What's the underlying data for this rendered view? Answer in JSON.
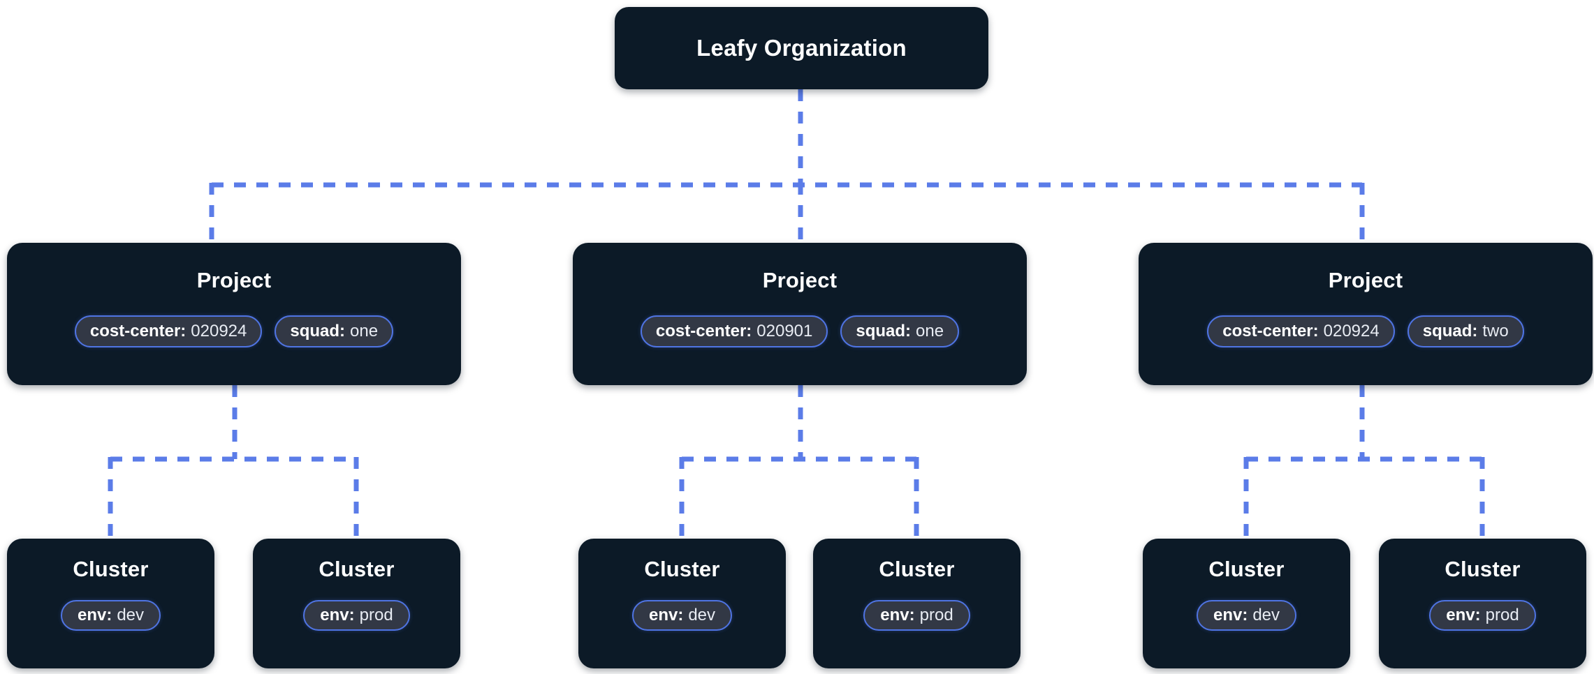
{
  "theme": {
    "background": "#ffffff",
    "node_fill": "#0c1a27",
    "node_text": "#ffffff",
    "tag_fill": "#323845",
    "tag_border": "#4f74e3",
    "edge_color": "#5b7ce8"
  },
  "diagram": {
    "type": "hierarchy-tree",
    "levels": [
      "Organization",
      "Project",
      "Cluster"
    ],
    "root": {
      "title": "Leafy Organization",
      "tags": []
    },
    "projects": [
      {
        "title": "Project",
        "tags": [
          {
            "key": "cost-center:",
            "value": "020924"
          },
          {
            "key": "squad:",
            "value": "one"
          }
        ],
        "clusters": [
          {
            "title": "Cluster",
            "tags": [
              {
                "key": "env:",
                "value": "dev"
              }
            ]
          },
          {
            "title": "Cluster",
            "tags": [
              {
                "key": "env:",
                "value": "prod"
              }
            ]
          }
        ]
      },
      {
        "title": "Project",
        "tags": [
          {
            "key": "cost-center:",
            "value": "020901"
          },
          {
            "key": "squad:",
            "value": "one"
          }
        ],
        "clusters": [
          {
            "title": "Cluster",
            "tags": [
              {
                "key": "env:",
                "value": "dev"
              }
            ]
          },
          {
            "title": "Cluster",
            "tags": [
              {
                "key": "env:",
                "value": "prod"
              }
            ]
          }
        ]
      },
      {
        "title": "Project",
        "tags": [
          {
            "key": "cost-center:",
            "value": "020924"
          },
          {
            "key": "squad:",
            "value": "two"
          }
        ],
        "clusters": [
          {
            "title": "Cluster",
            "tags": [
              {
                "key": "env:",
                "value": "dev"
              }
            ]
          },
          {
            "title": "Cluster",
            "tags": [
              {
                "key": "env:",
                "value": "prod"
              }
            ]
          }
        ]
      }
    ]
  }
}
